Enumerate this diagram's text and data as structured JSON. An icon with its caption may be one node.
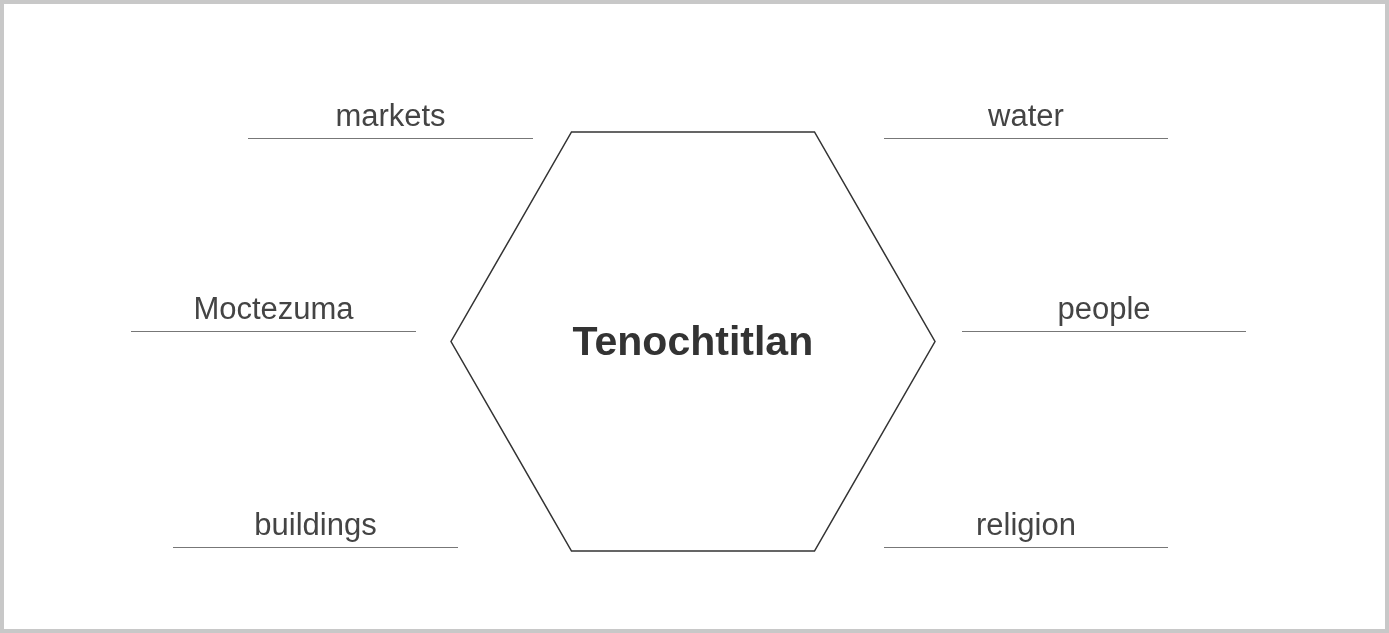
{
  "diagram": {
    "nodes": [
      {
        "text": [
          "Tenochtitlan"
        ]
      },
      {
        "text": [
          "markets"
        ]
      },
      {
        "text": [
          "water"
        ]
      },
      {
        "text": [
          "Moctezuma"
        ]
      },
      {
        "text": [
          "people"
        ]
      },
      {
        "text": [
          "buildings"
        ]
      },
      {
        "text": [
          "religion"
        ]
      }
    ]
  }
}
